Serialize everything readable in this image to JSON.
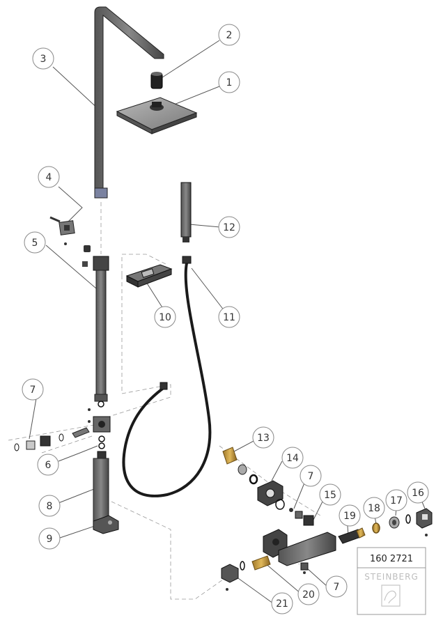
{
  "callouts": {
    "c1": "1",
    "c2": "2",
    "c3": "3",
    "c4": "4",
    "c5": "5",
    "c6": "6",
    "c7a": "7",
    "c7b": "7",
    "c7c": "7",
    "c8": "8",
    "c9": "9",
    "c10": "10",
    "c11": "11",
    "c12": "12",
    "c13": "13",
    "c14": "14",
    "c15": "15",
    "c16": "16",
    "c17": "17",
    "c18": "18",
    "c19": "19",
    "c20": "20",
    "c21": "21"
  },
  "title_block": {
    "part_number": "160 2721",
    "brand_name": "STEINBERG"
  }
}
